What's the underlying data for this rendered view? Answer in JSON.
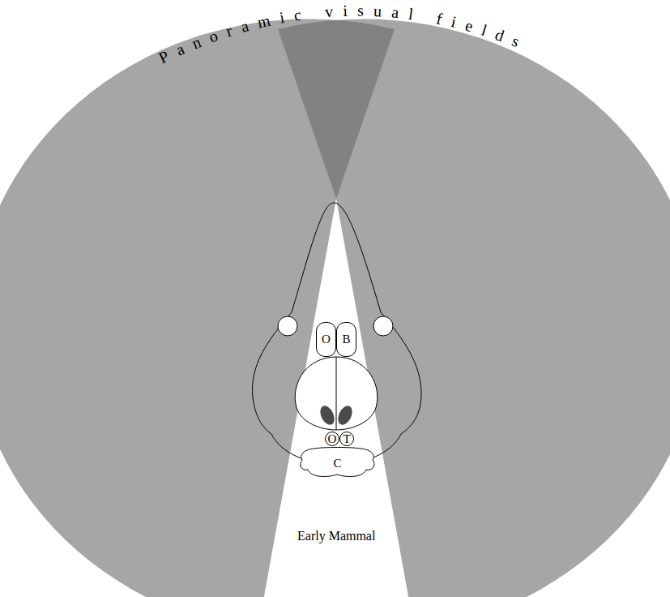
{
  "diagram": {
    "title": "Panoramic visual fields",
    "nodes": [
      {
        "text": [
          "O"
        ]
      },
      {
        "text": [
          "B"
        ]
      },
      {
        "text": [
          "O"
        ]
      },
      {
        "text": [
          "T"
        ]
      },
      {
        "text": [
          "C"
        ]
      }
    ],
    "labels": [
      "Early Mammal"
    ]
  }
}
